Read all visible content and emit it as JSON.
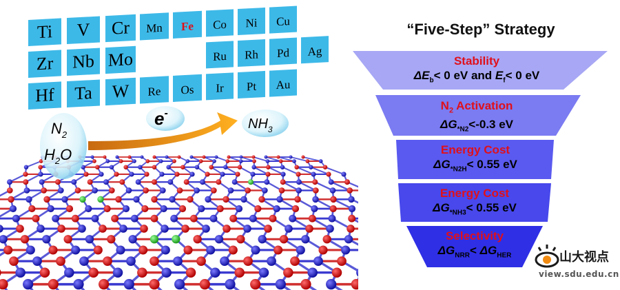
{
  "periodic_tiles": {
    "row1": [
      "Ti",
      "V",
      "Cr",
      "Mn",
      "Fe",
      "Co",
      "Ni",
      "Cu"
    ],
    "row2": [
      "Zr",
      "Nb",
      "Mo",
      "Ru",
      "Rh",
      "Pd",
      "Ag"
    ],
    "row3": [
      "Hf",
      "Ta",
      "W",
      "Re",
      "Os",
      "Ir",
      "Pt",
      "Au"
    ],
    "highlight": "Fe",
    "highlight_color": "#e0101a",
    "tile_color": "#3db9e8"
  },
  "reaction": {
    "reactant_1": "N",
    "reactant_1_sub": "2",
    "reactant_2_a": "H",
    "reactant_2_sub": "2",
    "reactant_2_b": "O",
    "electron": "e",
    "electron_sup": "-",
    "product": "NH",
    "product_sub": "3"
  },
  "funnel": {
    "title": "“Five-Step” Strategy",
    "steps": [
      {
        "head": "Stability",
        "c1": "ΔE",
        "c1_sub": "b",
        "c2": "< 0 eV and ",
        "c3": "E",
        "c3_sub": "f",
        "c4": "< 0 eV",
        "color": "#a7a7f5"
      },
      {
        "head_a": "N",
        "head_sub": "2",
        "head_b": " Activation",
        "c1": "ΔG",
        "c1_sub": "*N2",
        "c2": "<-0.3 eV",
        "color": "#7b7bf2"
      },
      {
        "head": "Energy Cost",
        "c1": "ΔG",
        "c1_sub": "*N2H",
        "c2": "< 0.55 eV",
        "color": "#5a5af0"
      },
      {
        "head": "Energy Cost",
        "c1": "ΔG",
        "c1_sub": "*NH3",
        "c2": "< 0.55 eV",
        "color": "#4848ec"
      },
      {
        "head": "Selectivity",
        "c1": "ΔG",
        "c1_sub": "NRR",
        "c2": "< ",
        "c3": "ΔG",
        "c3_sub": "HER",
        "color": "#2f2fe6"
      }
    ]
  },
  "watermark": {
    "cn": "山大视点",
    "url": "view.sdu.edu.cn"
  }
}
